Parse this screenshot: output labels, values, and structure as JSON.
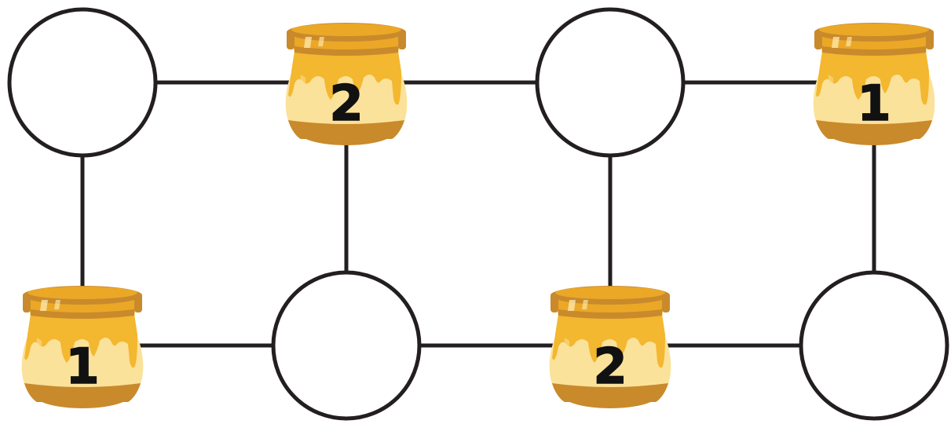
{
  "puzzle": {
    "cells": [
      {
        "id": "r1c1",
        "type": "empty"
      },
      {
        "id": "r1c2",
        "type": "honey-pot",
        "number": "2"
      },
      {
        "id": "r1c3",
        "type": "empty"
      },
      {
        "id": "r1c4",
        "type": "honey-pot",
        "number": "1"
      },
      {
        "id": "r2c1",
        "type": "honey-pot",
        "number": "1"
      },
      {
        "id": "r2c2",
        "type": "empty"
      },
      {
        "id": "r2c3",
        "type": "honey-pot",
        "number": "2"
      },
      {
        "id": "r2c4",
        "type": "empty"
      }
    ],
    "links": [
      [
        "r1c1",
        "r1c2"
      ],
      [
        "r1c2",
        "r1c3"
      ],
      [
        "r1c3",
        "r1c4"
      ],
      [
        "r2c1",
        "r2c2"
      ],
      [
        "r2c2",
        "r2c3"
      ],
      [
        "r2c3",
        "r2c4"
      ],
      [
        "r1c1",
        "r2c1"
      ],
      [
        "r1c2",
        "r2c2"
      ],
      [
        "r1c3",
        "r2c3"
      ],
      [
        "r1c4",
        "r2c4"
      ]
    ]
  },
  "colors": {
    "line": "#231f20",
    "circle_fill": "#ffffff",
    "pot_dark": "#c98a2c",
    "pot_mid": "#eba827",
    "pot_body": "#fbe29b",
    "pot_light": "#fff0bd",
    "honey_drip": "#f3b730",
    "number": "#111111"
  }
}
